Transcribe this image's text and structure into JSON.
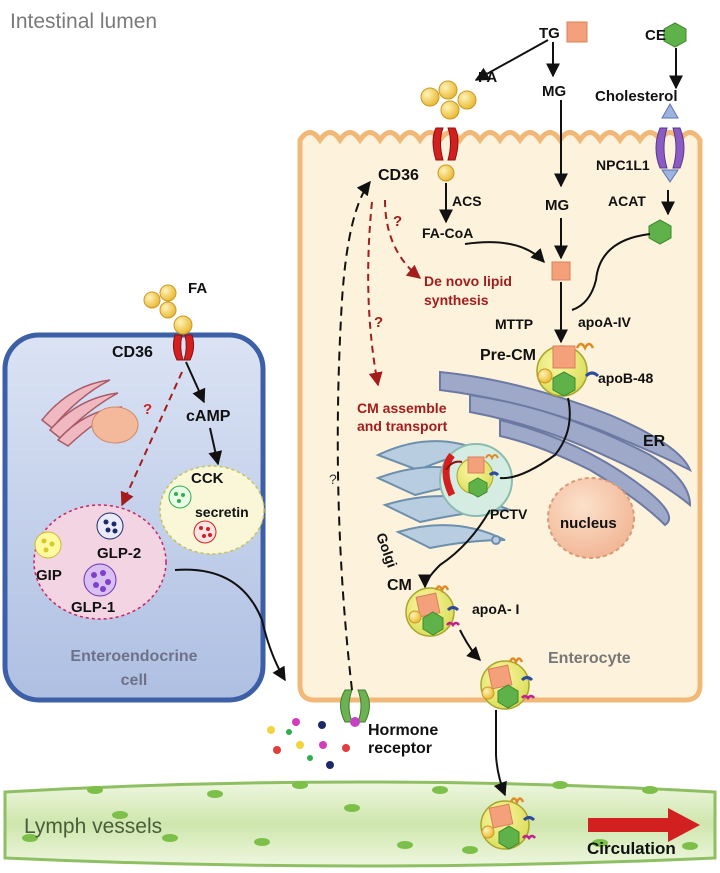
{
  "labels": {
    "intestinal_lumen": "Intestinal lumen",
    "tg": "TG",
    "ce": "CE",
    "fa_top": "FA",
    "mg_top": "MG",
    "cholesterol": "Cholesterol",
    "npc1l1": "NPC1L1",
    "cd36_enterocyte": "CD36",
    "acs": "ACS",
    "mg_mid": "MG",
    "acat": "ACAT",
    "fa_coa": "FA-CoA",
    "q_denovo": "?",
    "de_novo_1": "De  novo lipid",
    "de_novo_2": "synthesis",
    "mttp": "MTTP",
    "apoa4": "apoA-IV",
    "pre_cm": "Pre-CM",
    "apob48": "apoB-48",
    "q_cm": "?",
    "cm_assemble_1": "CM assemble",
    "cm_assemble_2": "and transport",
    "er": "ER",
    "golgi": "Golgi",
    "pctv": "PCTV",
    "nucleus": "nucleus",
    "cm": "CM",
    "apoa1": "apoA- I",
    "enterocyte": "Enterocyte",
    "q_hormone": "?",
    "hormone_1": "Hormone",
    "hormone_2": "receptor",
    "fa_eec": "FA",
    "cd36_eec": "CD36",
    "q_eec": "?",
    "camp": "cAMP",
    "cck": "CCK",
    "secretin": "secretin",
    "glp2": "GLP-2",
    "gip": "GIP",
    "glp1": "GLP-1",
    "eec_1": "Enteroendocrine",
    "eec_2": "cell",
    "lymph": "Lymph vessels",
    "circulation": "Circulation"
  },
  "colors": {
    "cell_fill": "#fdf2dc",
    "cell_border": "#f2b878",
    "eec_fill": "#c7d3ec",
    "eec_border": "#3d5fa8",
    "lymph_fill": "#d6ebb8",
    "lymph_border": "#8fbf63",
    "dark_red_text": "#a31d1d",
    "cd36_red": "#d21f1f",
    "tg_orange": "#f4a07a",
    "ce_green": "#5fb24a",
    "fa_yellow": "#f3c64a"
  }
}
